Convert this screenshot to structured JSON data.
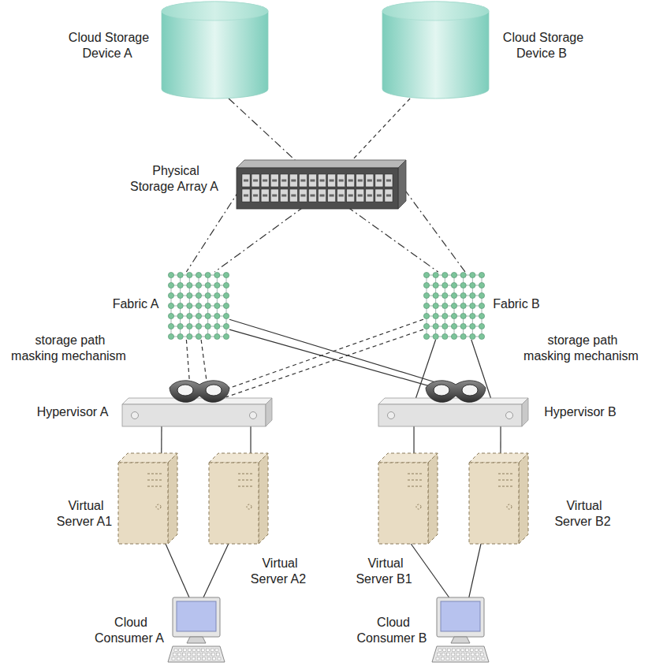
{
  "diagram": {
    "nodes": [
      {
        "text": [
          "Cloud Storage Device A"
        ]
      },
      {
        "text": [
          "Cloud Storage Device B"
        ]
      },
      {
        "text": [
          "Physical Storage Array A"
        ]
      },
      {
        "text": [
          "Fabric A"
        ]
      },
      {
        "text": [
          "Fabric B"
        ]
      },
      {
        "text": [
          "storage path masking mechanism"
        ]
      },
      {
        "text": [
          "Hypervisor A"
        ]
      },
      {
        "text": [
          "storage path masking mechanism"
        ]
      },
      {
        "text": [
          "Hypervisor B"
        ]
      },
      {
        "text": [
          "Virtual Server A1"
        ]
      },
      {
        "text": [
          "Virtual Server A2"
        ]
      },
      {
        "text": [
          "Virtual Server B1"
        ]
      },
      {
        "text": [
          "Virtual Server B2"
        ]
      },
      {
        "text": [
          "Cloud Consumer A"
        ]
      },
      {
        "text": [
          "Cloud Consumer B"
        ]
      }
    ],
    "edges": [
      {
        "from": 0,
        "to": 2,
        "arrow": "none"
      },
      {
        "from": 1,
        "to": 2,
        "arrow": "none"
      },
      {
        "from": 2,
        "to": 3,
        "arrow": "none"
      },
      {
        "from": 2,
        "to": 3,
        "arrow": "none"
      },
      {
        "from": 2,
        "to": 4,
        "arrow": "none"
      },
      {
        "from": 2,
        "to": 4,
        "arrow": "none"
      },
      {
        "from": 3,
        "to": 5,
        "arrow": "none"
      },
      {
        "from": 3,
        "to": 5,
        "arrow": "none"
      },
      {
        "from": 3,
        "to": 7,
        "arrow": "none"
      },
      {
        "from": 3,
        "to": 7,
        "arrow": "none"
      },
      {
        "from": 4,
        "to": 5,
        "arrow": "none"
      },
      {
        "from": 4,
        "to": 5,
        "arrow": "none"
      },
      {
        "from": 4,
        "to": 8,
        "arrow": "none"
      },
      {
        "from": 4,
        "to": 8,
        "arrow": "none"
      },
      {
        "from": 6,
        "to": 9,
        "arrow": "none"
      },
      {
        "from": 6,
        "to": 10,
        "arrow": "none"
      },
      {
        "from": 8,
        "to": 11,
        "arrow": "none"
      },
      {
        "from": 8,
        "to": 12,
        "arrow": "none"
      },
      {
        "from": 9,
        "to": 13,
        "arrow": "none"
      },
      {
        "from": 10,
        "to": 13,
        "arrow": "none"
      },
      {
        "from": 11,
        "to": 14,
        "arrow": "none"
      },
      {
        "from": 12,
        "to": 14,
        "arrow": "none"
      }
    ]
  }
}
